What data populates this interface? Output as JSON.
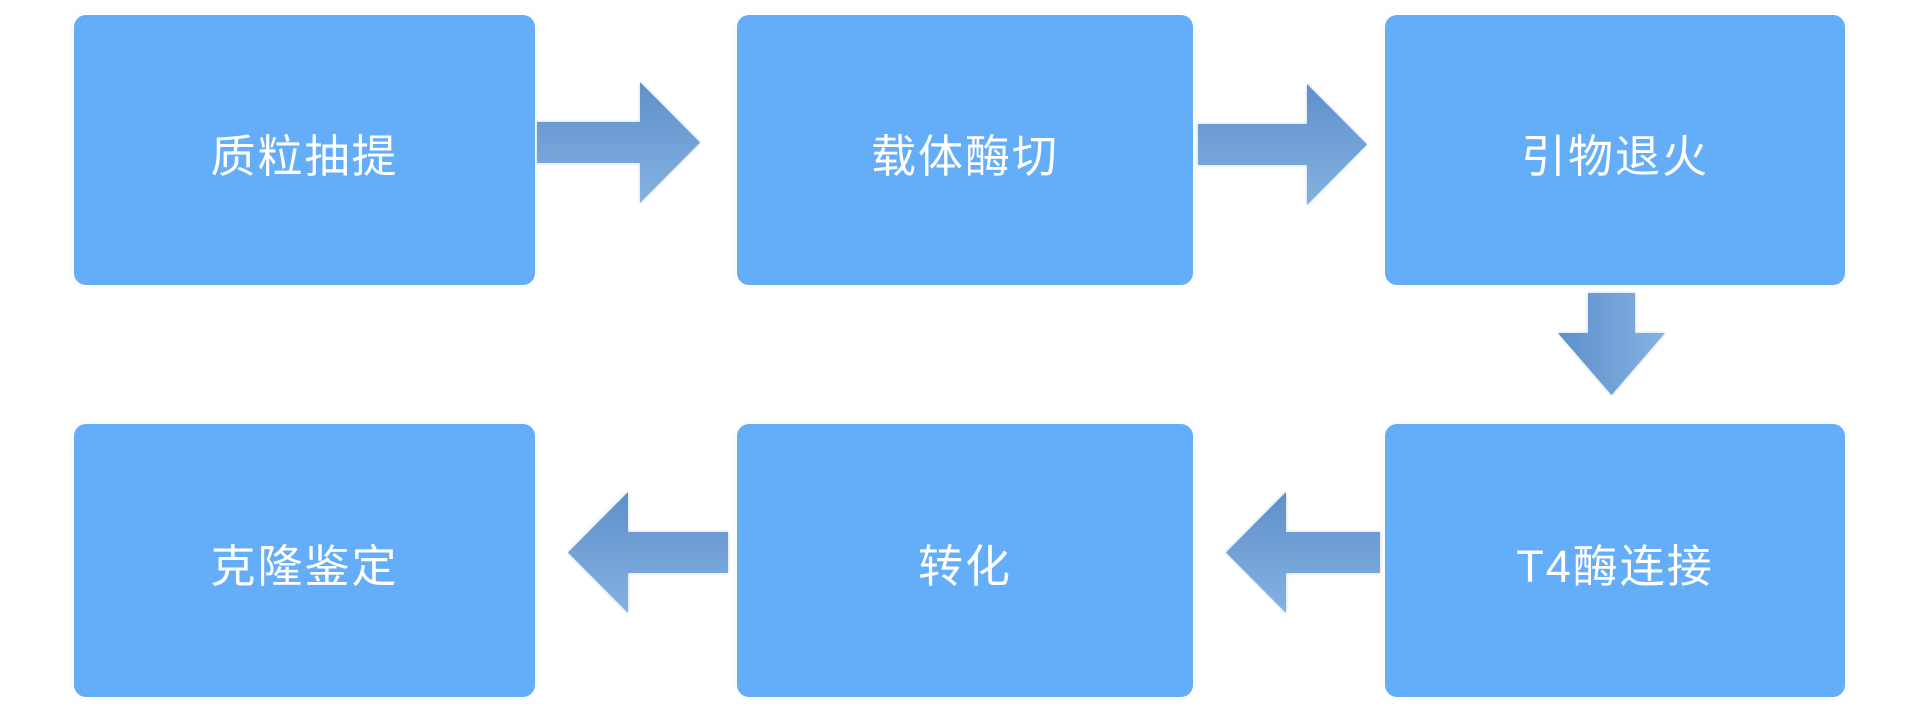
{
  "colors": {
    "background": "#FFFFFF",
    "node_fill": "#64ADF8",
    "node_text": "#FFFFFF",
    "arrow_gradient_dark": "#5E90CA",
    "arrow_gradient_light": "#85B2E2"
  },
  "nodes": [
    {
      "label": "质粒抽提"
    },
    {
      "label": "载体酶切"
    },
    {
      "label": "引物退火"
    },
    {
      "label": "T4酶连接"
    },
    {
      "label": "转化"
    },
    {
      "label": "克隆鉴定"
    }
  ],
  "flow": {
    "sequence": [
      "质粒抽提",
      "载体酶切",
      "引物退火",
      "T4酶连接",
      "转化",
      "克隆鉴定"
    ],
    "connections": [
      {
        "from": "质粒抽提",
        "to": "载体酶切",
        "direction": "right"
      },
      {
        "from": "载体酶切",
        "to": "引物退火",
        "direction": "right"
      },
      {
        "from": "引物退火",
        "to": "T4酶连接",
        "direction": "down"
      },
      {
        "from": "T4酶连接",
        "to": "转化",
        "direction": "left"
      },
      {
        "from": "转化",
        "to": "克隆鉴定",
        "direction": "left"
      }
    ]
  }
}
